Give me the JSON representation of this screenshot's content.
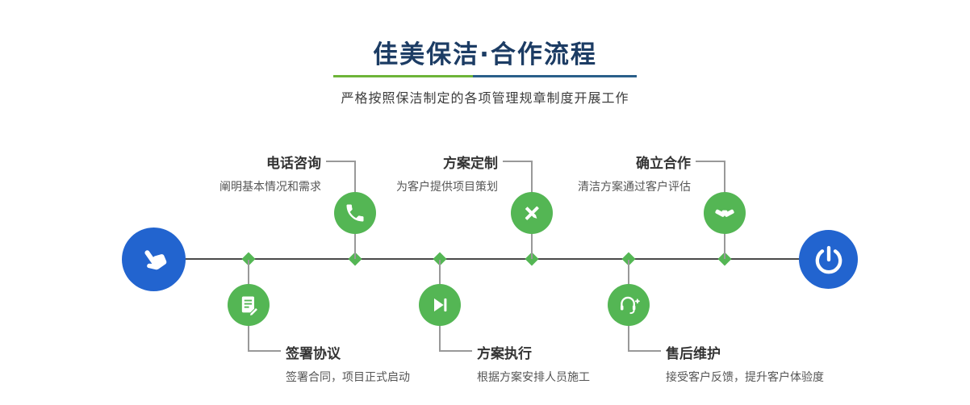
{
  "colors": {
    "navy": "#1c3c64",
    "green": "#54b654",
    "blue": "#2264cf",
    "line": "#4a4a4a",
    "connector": "#999999",
    "divider_green": "#6db439",
    "divider_blue": "#2a5f8a"
  },
  "header": {
    "title": "佳美保洁·合作流程",
    "subtitle": "严格按照保洁制定的各项管理规章制度开展工作"
  },
  "endpoints": {
    "start_icon": "hand-pointer-icon",
    "end_icon": "power-icon"
  },
  "steps_top": [
    {
      "title": "电话咨询",
      "desc": "阐明基本情况和需求",
      "icon": "phone-icon"
    },
    {
      "title": "方案定制",
      "desc": "为客户提供项目策划",
      "icon": "design-tools-icon"
    },
    {
      "title": "确立合作",
      "desc": "清洁方案通过客户评估",
      "icon": "handshake-icon"
    }
  ],
  "steps_bottom": [
    {
      "title": "签署协议",
      "desc": "签署合同，项目正式启动",
      "icon": "contract-icon"
    },
    {
      "title": "方案执行",
      "desc": "根据方案安排人员施工",
      "icon": "play-icon"
    },
    {
      "title": "售后维护",
      "desc": "接受客户反馈，提升客户体验度",
      "icon": "headset-icon"
    }
  ]
}
